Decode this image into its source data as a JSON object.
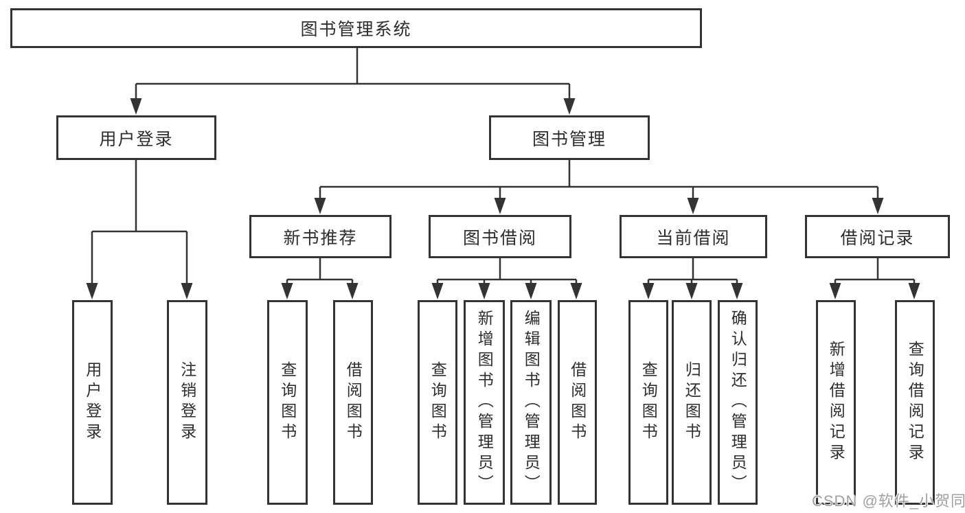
{
  "diagram": {
    "root_label": "图书管理系统",
    "branches": [
      {
        "label": "用户登录",
        "leaves": [
          "用户登录",
          "注销登录"
        ]
      },
      {
        "label": "图书管理",
        "groups": [
          {
            "label": "新书推荐",
            "leaves": [
              "查询图书",
              "借阅图书"
            ]
          },
          {
            "label": "图书借阅",
            "leaves": [
              "查询图书",
              "新增图书（管理员）",
              "编辑图书（管理员）",
              "借阅图书"
            ]
          },
          {
            "label": "当前借阅",
            "leaves": [
              "查询图书",
              "归还图书",
              "确认归还（管理员）"
            ]
          },
          {
            "label": "借阅记录",
            "leaves": [
              "新增借阅记录",
              "查询借阅记录"
            ]
          }
        ]
      }
    ]
  },
  "watermark": {
    "text": "CSDN @软件_小贺同学"
  },
  "colors": {
    "line": "#333333",
    "box_border": "#333333",
    "box_fill": "#ffffff",
    "text": "#2d2d2d",
    "watermark": "#a0a0a0",
    "background": "#ffffff"
  }
}
